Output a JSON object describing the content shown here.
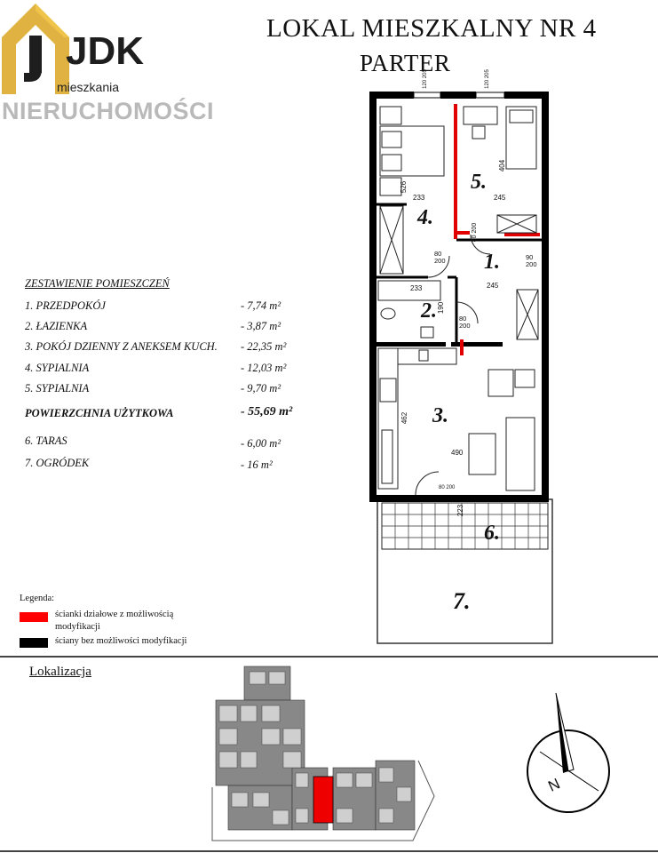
{
  "header": {
    "title": "LOKAL MIESZKALNY NR 4",
    "subtitle": "PARTER"
  },
  "logo": {
    "name": "JDK",
    "tagline": "mieszkania",
    "brand": "NIERUCHOMOŚCI",
    "colors": {
      "gold": "#d9a520",
      "dark": "#1e1e1e",
      "grey": "#b9b9b9"
    }
  },
  "summary": {
    "heading": "ZESTAWIENIE POMIESZCZEŃ",
    "rooms": [
      {
        "label": "1. PRZEDPOKÓJ",
        "area": "- 7,74 m²"
      },
      {
        "label": "2. ŁAZIENKA",
        "area": "- 3,87 m²"
      },
      {
        "label": "3. POKÓJ DZIENNY Z ANEKSEM KUCH.",
        "area": "- 22,35 m²"
      },
      {
        "label": "4. SYPIALNIA",
        "area": "- 12,03 m²"
      },
      {
        "label": "5. SYPIALNIA",
        "area": "- 9,70 m²"
      }
    ],
    "total": {
      "label": "POWIERZCHNIA UŻYTKOWA",
      "area": "- 55,69 m²"
    },
    "extras": [
      {
        "label": "6. TARAS",
        "area": "- 6,00 m²"
      },
      {
        "label": "7. OGRÓDEK",
        "area": "- 16 m²"
      }
    ]
  },
  "legend": {
    "title": "Legenda:",
    "items": [
      {
        "text_line1": "ścianki działowe z możliwością",
        "text_line2": "modyfikacji",
        "color": "#ff0000"
      },
      {
        "text_line1": "ściany bez możliwości modyfikacji",
        "text_line2": "",
        "color": "#000000"
      }
    ]
  },
  "plan": {
    "room_labels": [
      "1.",
      "2.",
      "3.",
      "4.",
      "5.",
      "6.",
      "7."
    ],
    "dimensions": {
      "d233_a": "233",
      "d526": "526",
      "d404": "404",
      "d245_a": "245",
      "d245_b": "245",
      "d233_b": "233",
      "d190": "190",
      "d462": "462",
      "d490": "490",
      "d223": "223"
    },
    "doors": {
      "door4": "80",
      "door4b": "200",
      "door5": "80",
      "door5b": "200",
      "door1": "90",
      "door1b": "200",
      "door2": "80",
      "door2b": "200",
      "door_hall": "80",
      "door_hallb": "200"
    },
    "windows": {
      "w1a": "120",
      "w1b": "205",
      "w2a": "120",
      "w2b": "205"
    },
    "colors": {
      "wall": "#000000",
      "partition": "#e00000"
    }
  },
  "location": {
    "title": "Lokalizacja",
    "compass_letter": "N",
    "highlight_color": "#ee0000"
  }
}
